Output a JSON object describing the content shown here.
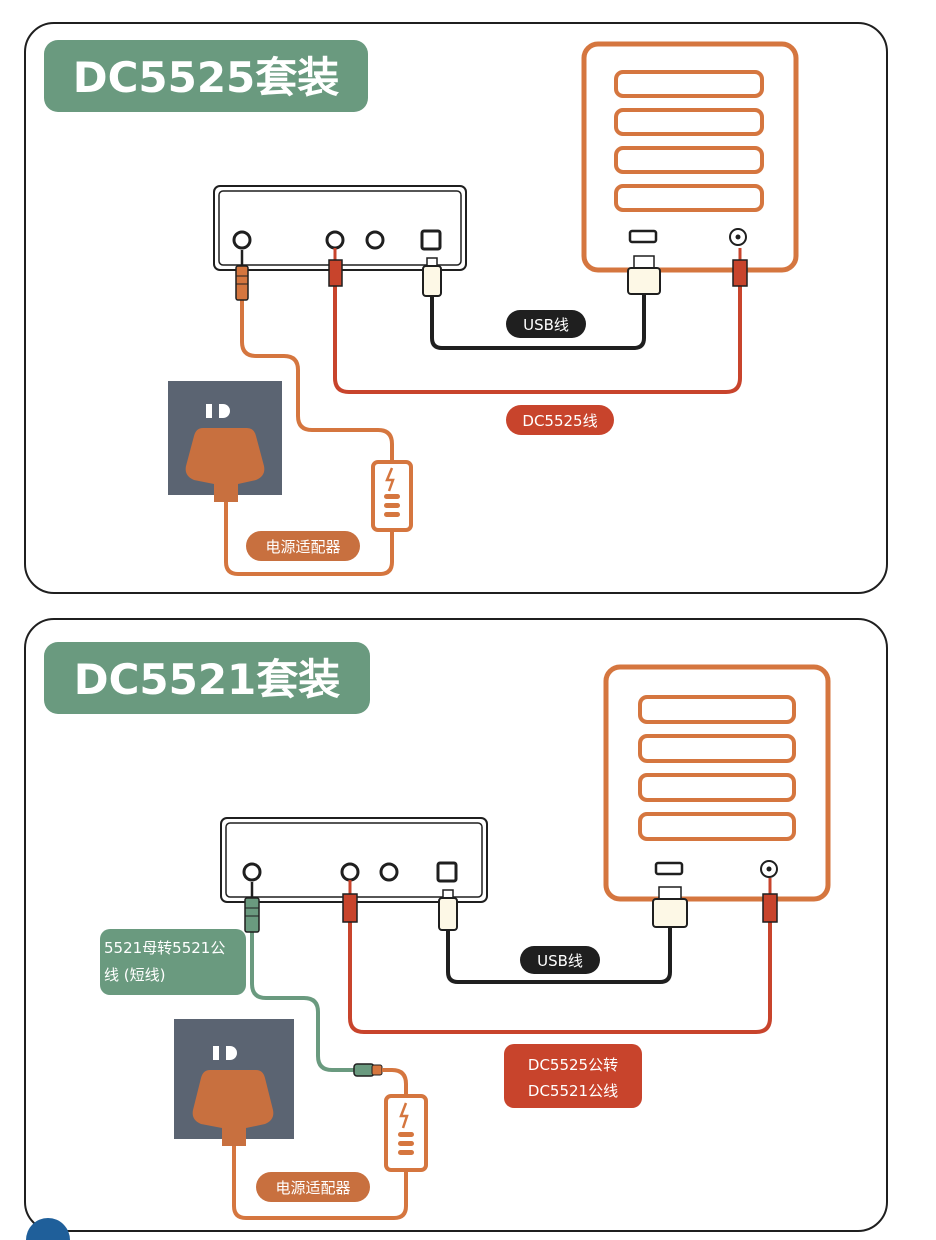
{
  "kits": [
    {
      "title": "DC5525套装",
      "usb_label": "USB线",
      "dc_label": "DC5525线",
      "adapter_label": "电源适配器"
    },
    {
      "title": "DC5521套装",
      "usb_label": "USB线",
      "dc_label_line1": "DC5525公转",
      "dc_label_line2": "DC5521公线",
      "adapter_label": "电源适配器",
      "short_cable_label_line1": "5521母转5521公",
      "short_cable_label_line2": "线 (短线)"
    }
  ],
  "colors": {
    "title_bg": "#6a9a7f",
    "orange": "#d5763f",
    "red": "#c8442c",
    "dark": "#1f1f1f",
    "socket": "#5b6472",
    "plug": "#c8703f",
    "green": "#6a9a7f"
  }
}
